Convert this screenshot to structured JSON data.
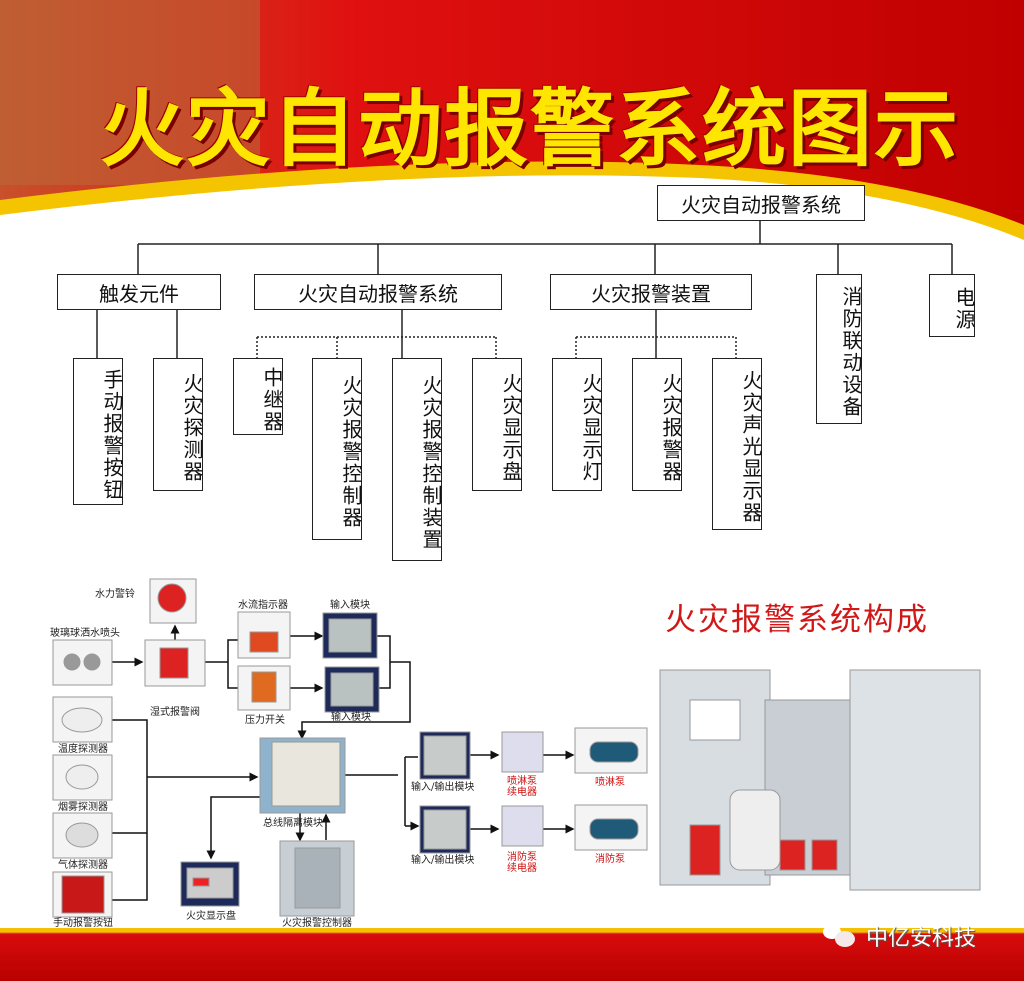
{
  "header": {
    "title": "火灾自动报警系统图示"
  },
  "tree": {
    "root": "火灾自动报警系统",
    "level2": [
      "触发元件",
      "火灾自动报警系统",
      "火灾报警装置",
      "消防联动设备",
      "电源"
    ],
    "level3": [
      "手动报警按钮",
      "火灾探测器",
      "中继器",
      "火灾报警控制器",
      "火灾报警控制装置",
      "火灾显示盘",
      "火灾显示灯",
      "火灾报警器",
      "火灾声光显示器"
    ]
  },
  "composition": {
    "title": "火灾报警系统构成",
    "labels": {
      "water_bell": "水力警铃",
      "sprinkler": "玻璃球洒水喷头",
      "wet_valve": "湿式报警阀",
      "flow_indicator": "水流指示器",
      "pressure_switch": "压力开关",
      "input_module_1": "输入模块",
      "input_module_2": "输入模块",
      "temp_detector": "温度探测器",
      "smoke_detector": "烟雾探测器",
      "gas_detector": "气体探测器",
      "manual_button": "手动报警按钮",
      "bus_isolator": "总线隔离模块",
      "display_panel": "火灾显示盘",
      "controller": "火灾报警控制器",
      "io_module_1": "输入/输出模块",
      "io_module_2": "输入/输出模块",
      "spray_relay_1": "喷淋泵",
      "spray_relay_2": "续电器",
      "spray_pump": "喷淋泵",
      "fire_relay_1": "消防泵",
      "fire_relay_2": "续电器",
      "fire_pump": "消防泵"
    }
  },
  "footer": {
    "brand": "中亿安科技",
    "brand_icon": "wechat-icon"
  },
  "colors": {
    "header_red": "#d80c0c",
    "title_yellow": "#ffe600",
    "subtitle_red": "#d01818"
  }
}
